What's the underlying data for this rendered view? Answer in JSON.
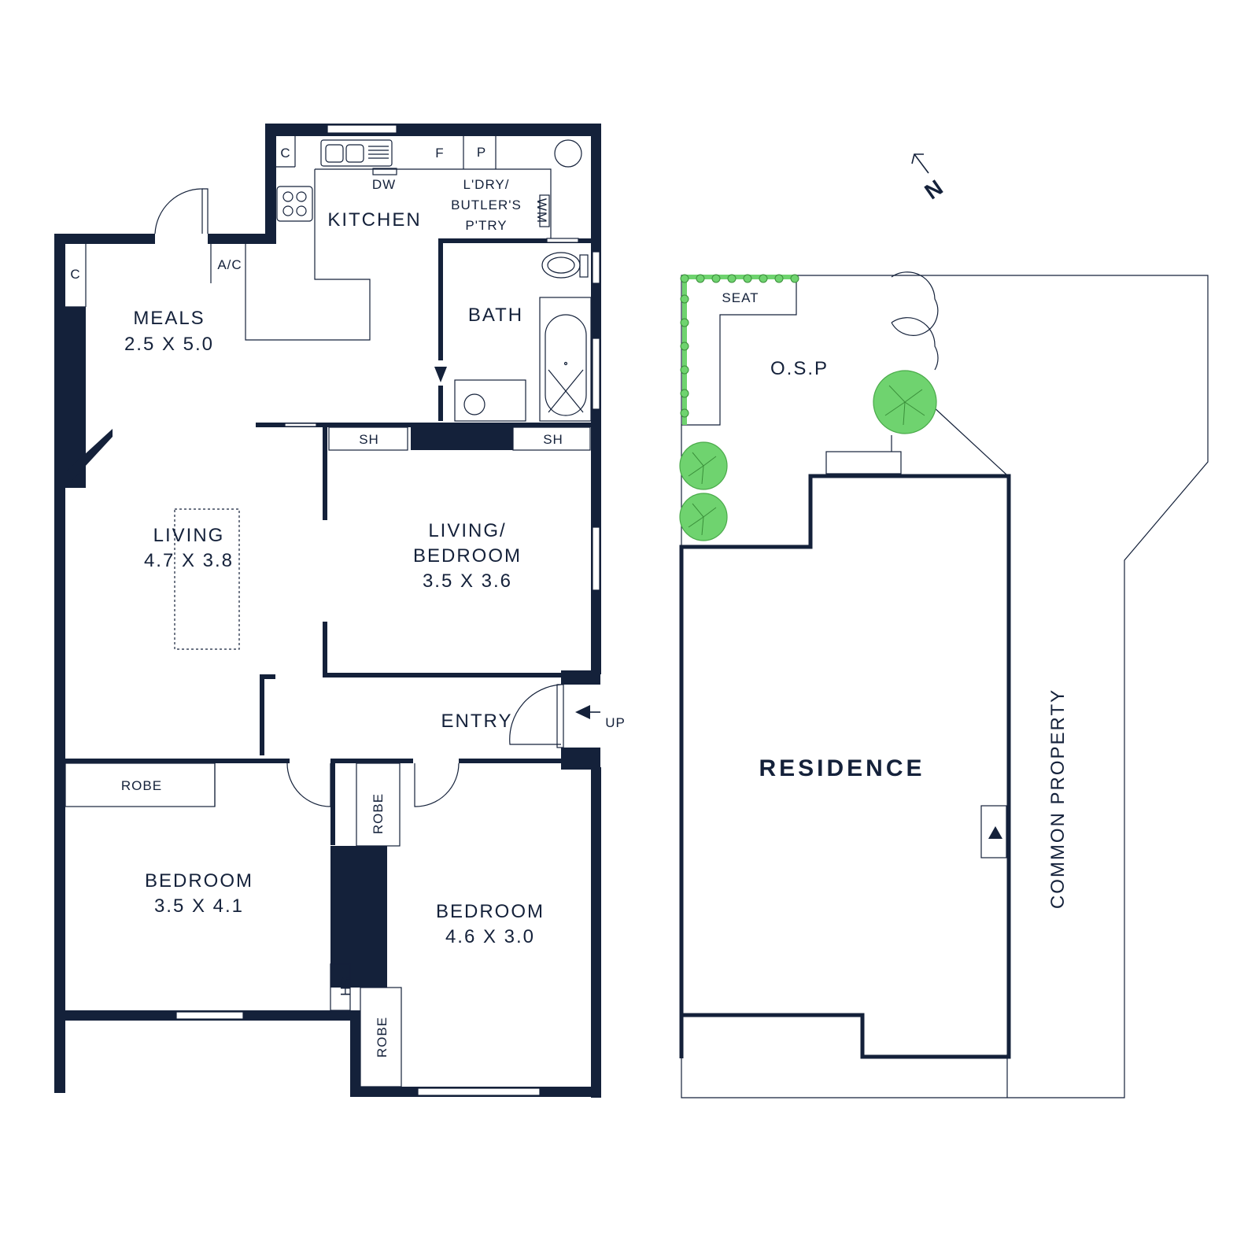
{
  "rooms": {
    "meals": {
      "name": "MEALS",
      "dims": "2.5 X 5.0"
    },
    "kitchen": {
      "name": "KITCHEN"
    },
    "laundry": {
      "line1": "L'DRY/",
      "line2": "BUTLER'S",
      "line3": "P'TRY"
    },
    "bath": {
      "name": "BATH"
    },
    "living": {
      "name": "LIVING",
      "dims": "4.7 X 3.8"
    },
    "living_bedroom": {
      "line1": "LIVING/",
      "line2": "BEDROOM",
      "dims": "3.5 X 3.6"
    },
    "entry": {
      "name": "ENTRY"
    },
    "bedroom1": {
      "name": "BEDROOM",
      "dims": "3.5 X 4.1"
    },
    "bedroom2": {
      "name": "BEDROOM",
      "dims": "4.6 X 3.0"
    }
  },
  "fixtures": {
    "c1": "C",
    "c2": "C",
    "f": "F",
    "p": "P",
    "dw": "DW",
    "wm": "WM",
    "ac": "A/C",
    "sh1": "SH",
    "sh2": "SH",
    "sh3": "SH",
    "robe1": "ROBE",
    "robe2": "ROBE",
    "robe3": "ROBE",
    "up": "UP",
    "seat": "SEAT"
  },
  "site": {
    "osp": "O.S.P",
    "residence": "RESIDENCE",
    "common_property": "COMMON PROPERTY",
    "north": "N"
  },
  "colors": {
    "wall": "#14213a",
    "greenery": "#6fd36f"
  }
}
